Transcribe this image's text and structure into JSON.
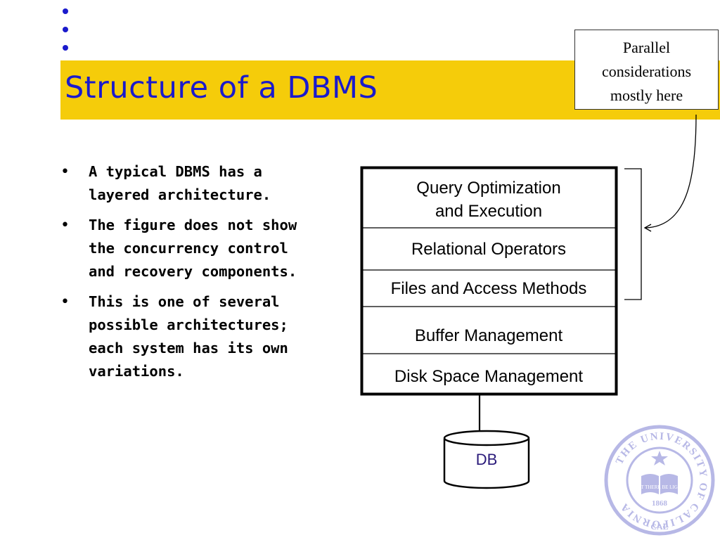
{
  "title": "Structure of a DBMS",
  "callout": {
    "lines": [
      "Parallel",
      "considerations",
      "mostly here"
    ]
  },
  "bullets": [
    {
      "marker": "•",
      "lines": [
        "A typical DBMS has a",
        "layered architecture."
      ]
    },
    {
      "marker": "•",
      "lines": [
        "The figure does not show",
        "the concurrency control",
        "and recovery components."
      ]
    },
    {
      "marker": "•",
      "lines": [
        "This is one of several",
        "possible architectures;",
        "each system has its own",
        "variations."
      ]
    }
  ],
  "layers": [
    {
      "lines": [
        "Query Optimization",
        "and Execution"
      ]
    },
    {
      "lines": [
        "Relational Operators"
      ]
    },
    {
      "lines": [
        "Files and Access Methods"
      ]
    },
    {
      "lines": [
        "Buffer Management"
      ]
    },
    {
      "lines": [
        "Disk Space Management"
      ]
    }
  ],
  "database": {
    "label": "DB"
  },
  "seal": {
    "text": "THE UNIVERSITY OF CALIFORNIA",
    "motto": "LET THERE BE LIGHT",
    "year": "1868",
    "bottom": "CAL"
  },
  "colors": {
    "title_bar": "#f5cc0a",
    "title_text": "#1a1acc",
    "seal": "#b7b8e6",
    "db_text": "#2a1a7a"
  }
}
